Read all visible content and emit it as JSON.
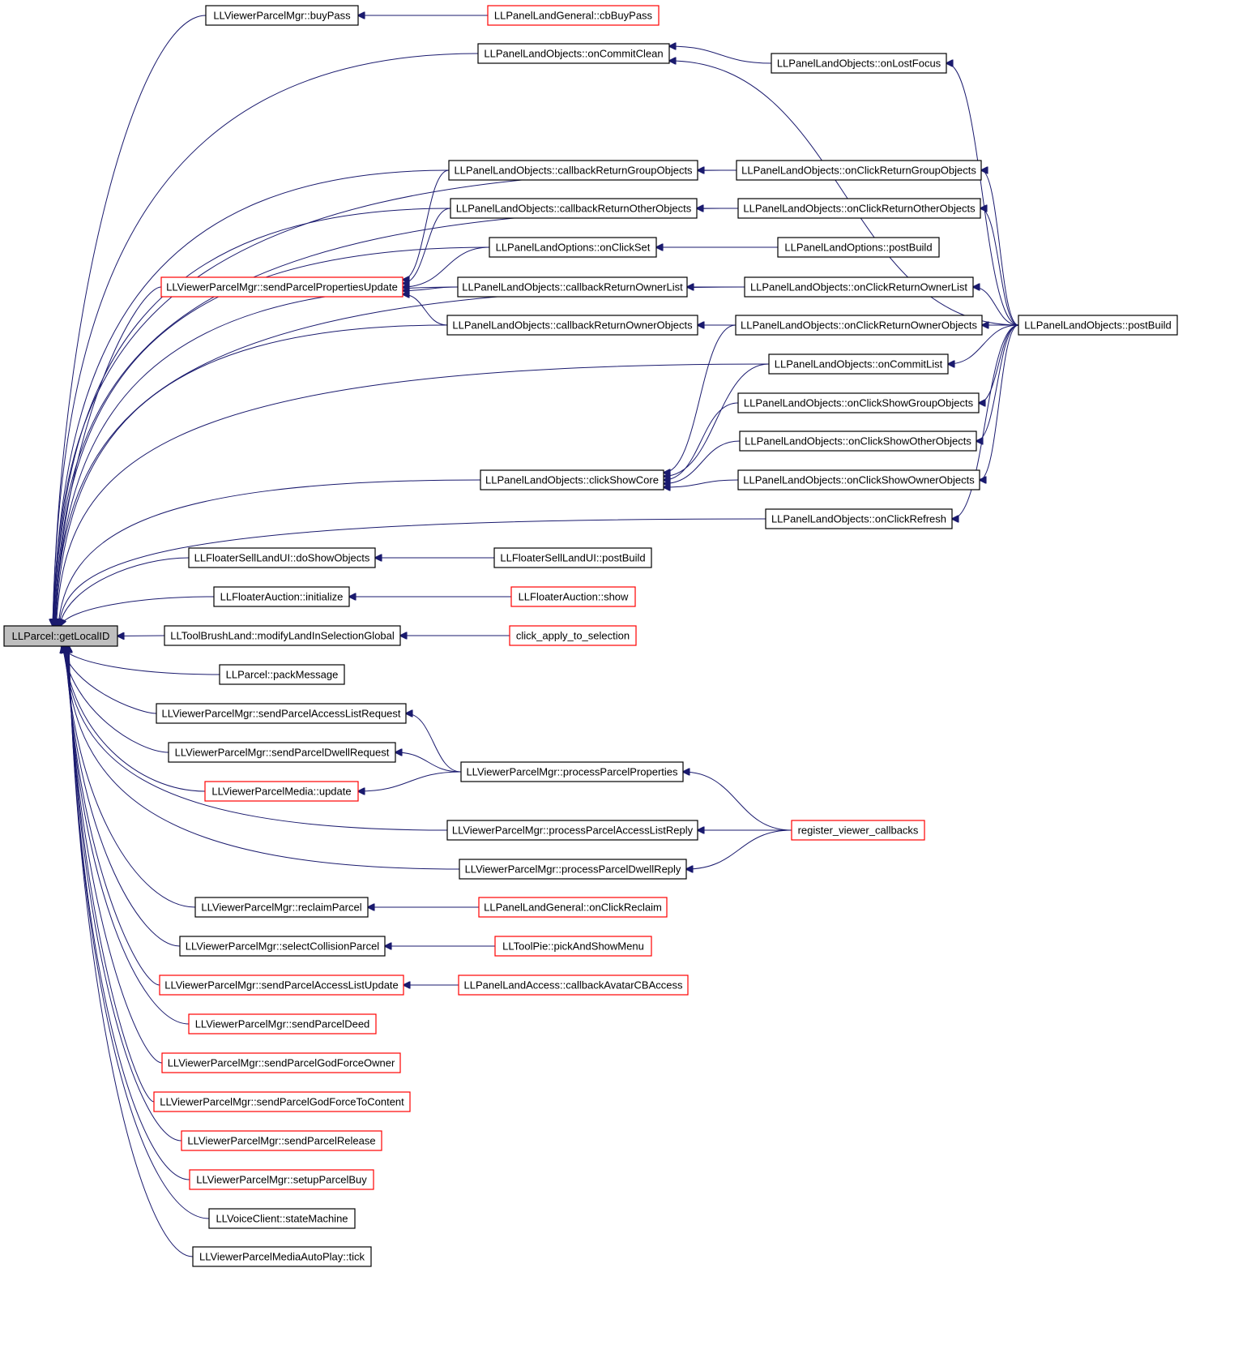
{
  "diagram": {
    "type": "call-graph",
    "colors": {
      "background": "#ffffff",
      "edge": "#1a1a6e",
      "border_default": "#000000",
      "border_truncated": "#ff0000",
      "root_fill": "#bfbfbf",
      "node_fill": "#ffffff"
    },
    "nodes": [
      {
        "id": "getLocalID",
        "label": "LLParcel::getLocalID",
        "style": "root"
      },
      {
        "id": "buyPass",
        "label": "LLViewerParcelMgr::buyPass",
        "style": "normal"
      },
      {
        "id": "cbBuyPass",
        "label": "LLPanelLandGeneral::cbBuyPass",
        "style": "red"
      },
      {
        "id": "onCommitClean",
        "label": "LLPanelLandObjects::onCommitClean",
        "style": "normal"
      },
      {
        "id": "onLostFocus",
        "label": "LLPanelLandObjects::onLostFocus",
        "style": "normal"
      },
      {
        "id": "cbRetGroup",
        "label": "LLPanelLandObjects::callbackReturnGroupObjects",
        "style": "normal"
      },
      {
        "id": "onClickRetGroup",
        "label": "LLPanelLandObjects::onClickReturnGroupObjects",
        "style": "normal"
      },
      {
        "id": "cbRetOther",
        "label": "LLPanelLandObjects::callbackReturnOtherObjects",
        "style": "normal"
      },
      {
        "id": "onClickRetOther",
        "label": "LLPanelLandObjects::onClickReturnOtherObjects",
        "style": "normal"
      },
      {
        "id": "optOnClickSet",
        "label": "LLPanelLandOptions::onClickSet",
        "style": "normal"
      },
      {
        "id": "optPostBuild",
        "label": "LLPanelLandOptions::postBuild",
        "style": "normal"
      },
      {
        "id": "sendPPU",
        "label": "LLViewerParcelMgr::sendParcelPropertiesUpdate",
        "style": "red"
      },
      {
        "id": "cbRetOwnerList",
        "label": "LLPanelLandObjects::callbackReturnOwnerList",
        "style": "normal"
      },
      {
        "id": "onClickRetOwnerList",
        "label": "LLPanelLandObjects::onClickReturnOwnerList",
        "style": "normal"
      },
      {
        "id": "cbRetOwnerObj",
        "label": "LLPanelLandObjects::callbackReturnOwnerObjects",
        "style": "normal"
      },
      {
        "id": "onClickRetOwnerObj",
        "label": "LLPanelLandObjects::onClickReturnOwnerObjects",
        "style": "normal"
      },
      {
        "id": "objPostBuild",
        "label": "LLPanelLandObjects::postBuild",
        "style": "normal"
      },
      {
        "id": "onCommitList",
        "label": "LLPanelLandObjects::onCommitList",
        "style": "normal"
      },
      {
        "id": "onClickShowGroup",
        "label": "LLPanelLandObjects::onClickShowGroupObjects",
        "style": "normal"
      },
      {
        "id": "onClickShowOther",
        "label": "LLPanelLandObjects::onClickShowOtherObjects",
        "style": "normal"
      },
      {
        "id": "clickShowCore",
        "label": "LLPanelLandObjects::clickShowCore",
        "style": "normal"
      },
      {
        "id": "onClickShowOwner",
        "label": "LLPanelLandObjects::onClickShowOwnerObjects",
        "style": "normal"
      },
      {
        "id": "onClickRefresh",
        "label": "LLPanelLandObjects::onClickRefresh",
        "style": "normal"
      },
      {
        "id": "doShowObjects",
        "label": "LLFloaterSellLandUI::doShowObjects",
        "style": "normal"
      },
      {
        "id": "sellPostBuild",
        "label": "LLFloaterSellLandUI::postBuild",
        "style": "normal"
      },
      {
        "id": "auctionInit",
        "label": "LLFloaterAuction::initialize",
        "style": "normal"
      },
      {
        "id": "auctionShow",
        "label": "LLFloaterAuction::show",
        "style": "red"
      },
      {
        "id": "modifyLand",
        "label": "LLToolBrushLand::modifyLandInSelectionGlobal",
        "style": "normal"
      },
      {
        "id": "clickApply",
        "label": "click_apply_to_selection",
        "style": "red"
      },
      {
        "id": "packMessage",
        "label": "LLParcel::packMessage",
        "style": "normal"
      },
      {
        "id": "sendALReq",
        "label": "LLViewerParcelMgr::sendParcelAccessListRequest",
        "style": "normal"
      },
      {
        "id": "sendDwellReq",
        "label": "LLViewerParcelMgr::sendParcelDwellRequest",
        "style": "normal"
      },
      {
        "id": "procPP",
        "label": "LLViewerParcelMgr::processParcelProperties",
        "style": "normal"
      },
      {
        "id": "mediaUpdate",
        "label": "LLViewerParcelMedia::update",
        "style": "red"
      },
      {
        "id": "procALReply",
        "label": "LLViewerParcelMgr::processParcelAccessListReply",
        "style": "normal"
      },
      {
        "id": "regCallbacks",
        "label": "register_viewer_callbacks",
        "style": "red"
      },
      {
        "id": "procDwellReply",
        "label": "LLViewerParcelMgr::processParcelDwellReply",
        "style": "normal"
      },
      {
        "id": "reclaimParcel",
        "label": "LLViewerParcelMgr::reclaimParcel",
        "style": "normal"
      },
      {
        "id": "onClickReclaim",
        "label": "LLPanelLandGeneral::onClickReclaim",
        "style": "red"
      },
      {
        "id": "selectCollision",
        "label": "LLViewerParcelMgr::selectCollisionParcel",
        "style": "normal"
      },
      {
        "id": "pickAndShowMenu",
        "label": "LLToolPie::pickAndShowMenu",
        "style": "red"
      },
      {
        "id": "sendALUpdate",
        "label": "LLViewerParcelMgr::sendParcelAccessListUpdate",
        "style": "red"
      },
      {
        "id": "cbAvatarCBAccess",
        "label": "LLPanelLandAccess::callbackAvatarCBAccess",
        "style": "red"
      },
      {
        "id": "sendDeed",
        "label": "LLViewerParcelMgr::sendParcelDeed",
        "style": "red"
      },
      {
        "id": "sendGodOwner",
        "label": "LLViewerParcelMgr::sendParcelGodForceOwner",
        "style": "red"
      },
      {
        "id": "sendGodContent",
        "label": "LLViewerParcelMgr::sendParcelGodForceToContent",
        "style": "red"
      },
      {
        "id": "sendRelease",
        "label": "LLViewerParcelMgr::sendParcelRelease",
        "style": "red"
      },
      {
        "id": "setupBuy",
        "label": "LLViewerParcelMgr::setupParcelBuy",
        "style": "red"
      },
      {
        "id": "stateMachine",
        "label": "LLVoiceClient::stateMachine",
        "style": "normal"
      },
      {
        "id": "autoPlayTick",
        "label": "LLViewerParcelMediaAutoPlay::tick",
        "style": "normal"
      }
    ],
    "edges": [
      {
        "from": "buyPass",
        "to": "getLocalID"
      },
      {
        "from": "onCommitClean",
        "to": "getLocalID"
      },
      {
        "from": "onClickRetGroup",
        "to": "getLocalID"
      },
      {
        "from": "onClickRetOther",
        "to": "getLocalID"
      },
      {
        "from": "cbRetGroup",
        "to": "getLocalID"
      },
      {
        "from": "cbRetOther",
        "to": "getLocalID"
      },
      {
        "from": "optOnClickSet",
        "to": "getLocalID"
      },
      {
        "from": "sendPPU",
        "to": "getLocalID"
      },
      {
        "from": "cbRetOwnerList",
        "to": "getLocalID"
      },
      {
        "from": "cbRetOwnerObj",
        "to": "getLocalID"
      },
      {
        "from": "onClickRetOwnerList",
        "to": "getLocalID"
      },
      {
        "from": "onCommitList",
        "to": "getLocalID"
      },
      {
        "from": "clickShowCore",
        "to": "getLocalID"
      },
      {
        "from": "onClickRefresh",
        "to": "getLocalID"
      },
      {
        "from": "doShowObjects",
        "to": "getLocalID"
      },
      {
        "from": "auctionInit",
        "to": "getLocalID"
      },
      {
        "from": "modifyLand",
        "to": "getLocalID"
      },
      {
        "from": "packMessage",
        "to": "getLocalID"
      },
      {
        "from": "sendALReq",
        "to": "getLocalID"
      },
      {
        "from": "sendDwellReq",
        "to": "getLocalID"
      },
      {
        "from": "mediaUpdate",
        "to": "getLocalID"
      },
      {
        "from": "procALReply",
        "to": "getLocalID"
      },
      {
        "from": "procDwellReply",
        "to": "getLocalID"
      },
      {
        "from": "reclaimParcel",
        "to": "getLocalID"
      },
      {
        "from": "selectCollision",
        "to": "getLocalID"
      },
      {
        "from": "sendALUpdate",
        "to": "getLocalID"
      },
      {
        "from": "sendDeed",
        "to": "getLocalID"
      },
      {
        "from": "sendGodOwner",
        "to": "getLocalID"
      },
      {
        "from": "sendGodContent",
        "to": "getLocalID"
      },
      {
        "from": "sendRelease",
        "to": "getLocalID"
      },
      {
        "from": "setupBuy",
        "to": "getLocalID"
      },
      {
        "from": "stateMachine",
        "to": "getLocalID"
      },
      {
        "from": "autoPlayTick",
        "to": "getLocalID"
      },
      {
        "from": "cbBuyPass",
        "to": "buyPass"
      },
      {
        "from": "onLostFocus",
        "to": "onCommitClean"
      },
      {
        "from": "objPostBuild",
        "to": "onCommitClean"
      },
      {
        "from": "onClickRetGroup",
        "to": "cbRetGroup"
      },
      {
        "from": "onClickRetOther",
        "to": "cbRetOther"
      },
      {
        "from": "optPostBuild",
        "to": "optOnClickSet"
      },
      {
        "from": "cbRetGroup",
        "to": "sendPPU"
      },
      {
        "from": "cbRetOther",
        "to": "sendPPU"
      },
      {
        "from": "optOnClickSet",
        "to": "sendPPU"
      },
      {
        "from": "cbRetOwnerList",
        "to": "sendPPU"
      },
      {
        "from": "cbRetOwnerObj",
        "to": "sendPPU"
      },
      {
        "from": "onClickRetOwnerList",
        "to": "cbRetOwnerList"
      },
      {
        "from": "onClickRetOwnerObj",
        "to": "cbRetOwnerObj"
      },
      {
        "from": "objPostBuild",
        "to": "onLostFocus"
      },
      {
        "from": "objPostBuild",
        "to": "onClickRetGroup"
      },
      {
        "from": "objPostBuild",
        "to": "onClickRetOther"
      },
      {
        "from": "objPostBuild",
        "to": "onClickRetOwnerList"
      },
      {
        "from": "objPostBuild",
        "to": "onClickRetOwnerObj"
      },
      {
        "from": "objPostBuild",
        "to": "onCommitList"
      },
      {
        "from": "objPostBuild",
        "to": "onClickShowGroup"
      },
      {
        "from": "objPostBuild",
        "to": "onClickShowOther"
      },
      {
        "from": "objPostBuild",
        "to": "onClickShowOwner"
      },
      {
        "from": "objPostBuild",
        "to": "onClickRefresh"
      },
      {
        "from": "onClickRetOwnerObj",
        "to": "clickShowCore"
      },
      {
        "from": "onCommitList",
        "to": "clickShowCore"
      },
      {
        "from": "onClickShowGroup",
        "to": "clickShowCore"
      },
      {
        "from": "onClickShowOther",
        "to": "clickShowCore"
      },
      {
        "from": "onClickShowOwner",
        "to": "clickShowCore"
      },
      {
        "from": "sellPostBuild",
        "to": "doShowObjects"
      },
      {
        "from": "auctionShow",
        "to": "auctionInit"
      },
      {
        "from": "clickApply",
        "to": "modifyLand"
      },
      {
        "from": "procPP",
        "to": "sendALReq"
      },
      {
        "from": "procPP",
        "to": "sendDwellReq"
      },
      {
        "from": "procPP",
        "to": "mediaUpdate"
      },
      {
        "from": "regCallbacks",
        "to": "procPP"
      },
      {
        "from": "regCallbacks",
        "to": "procALReply"
      },
      {
        "from": "regCallbacks",
        "to": "procDwellReply"
      },
      {
        "from": "onClickReclaim",
        "to": "reclaimParcel"
      },
      {
        "from": "pickAndShowMenu",
        "to": "selectCollision"
      },
      {
        "from": "cbAvatarCBAccess",
        "to": "sendALUpdate"
      }
    ]
  }
}
